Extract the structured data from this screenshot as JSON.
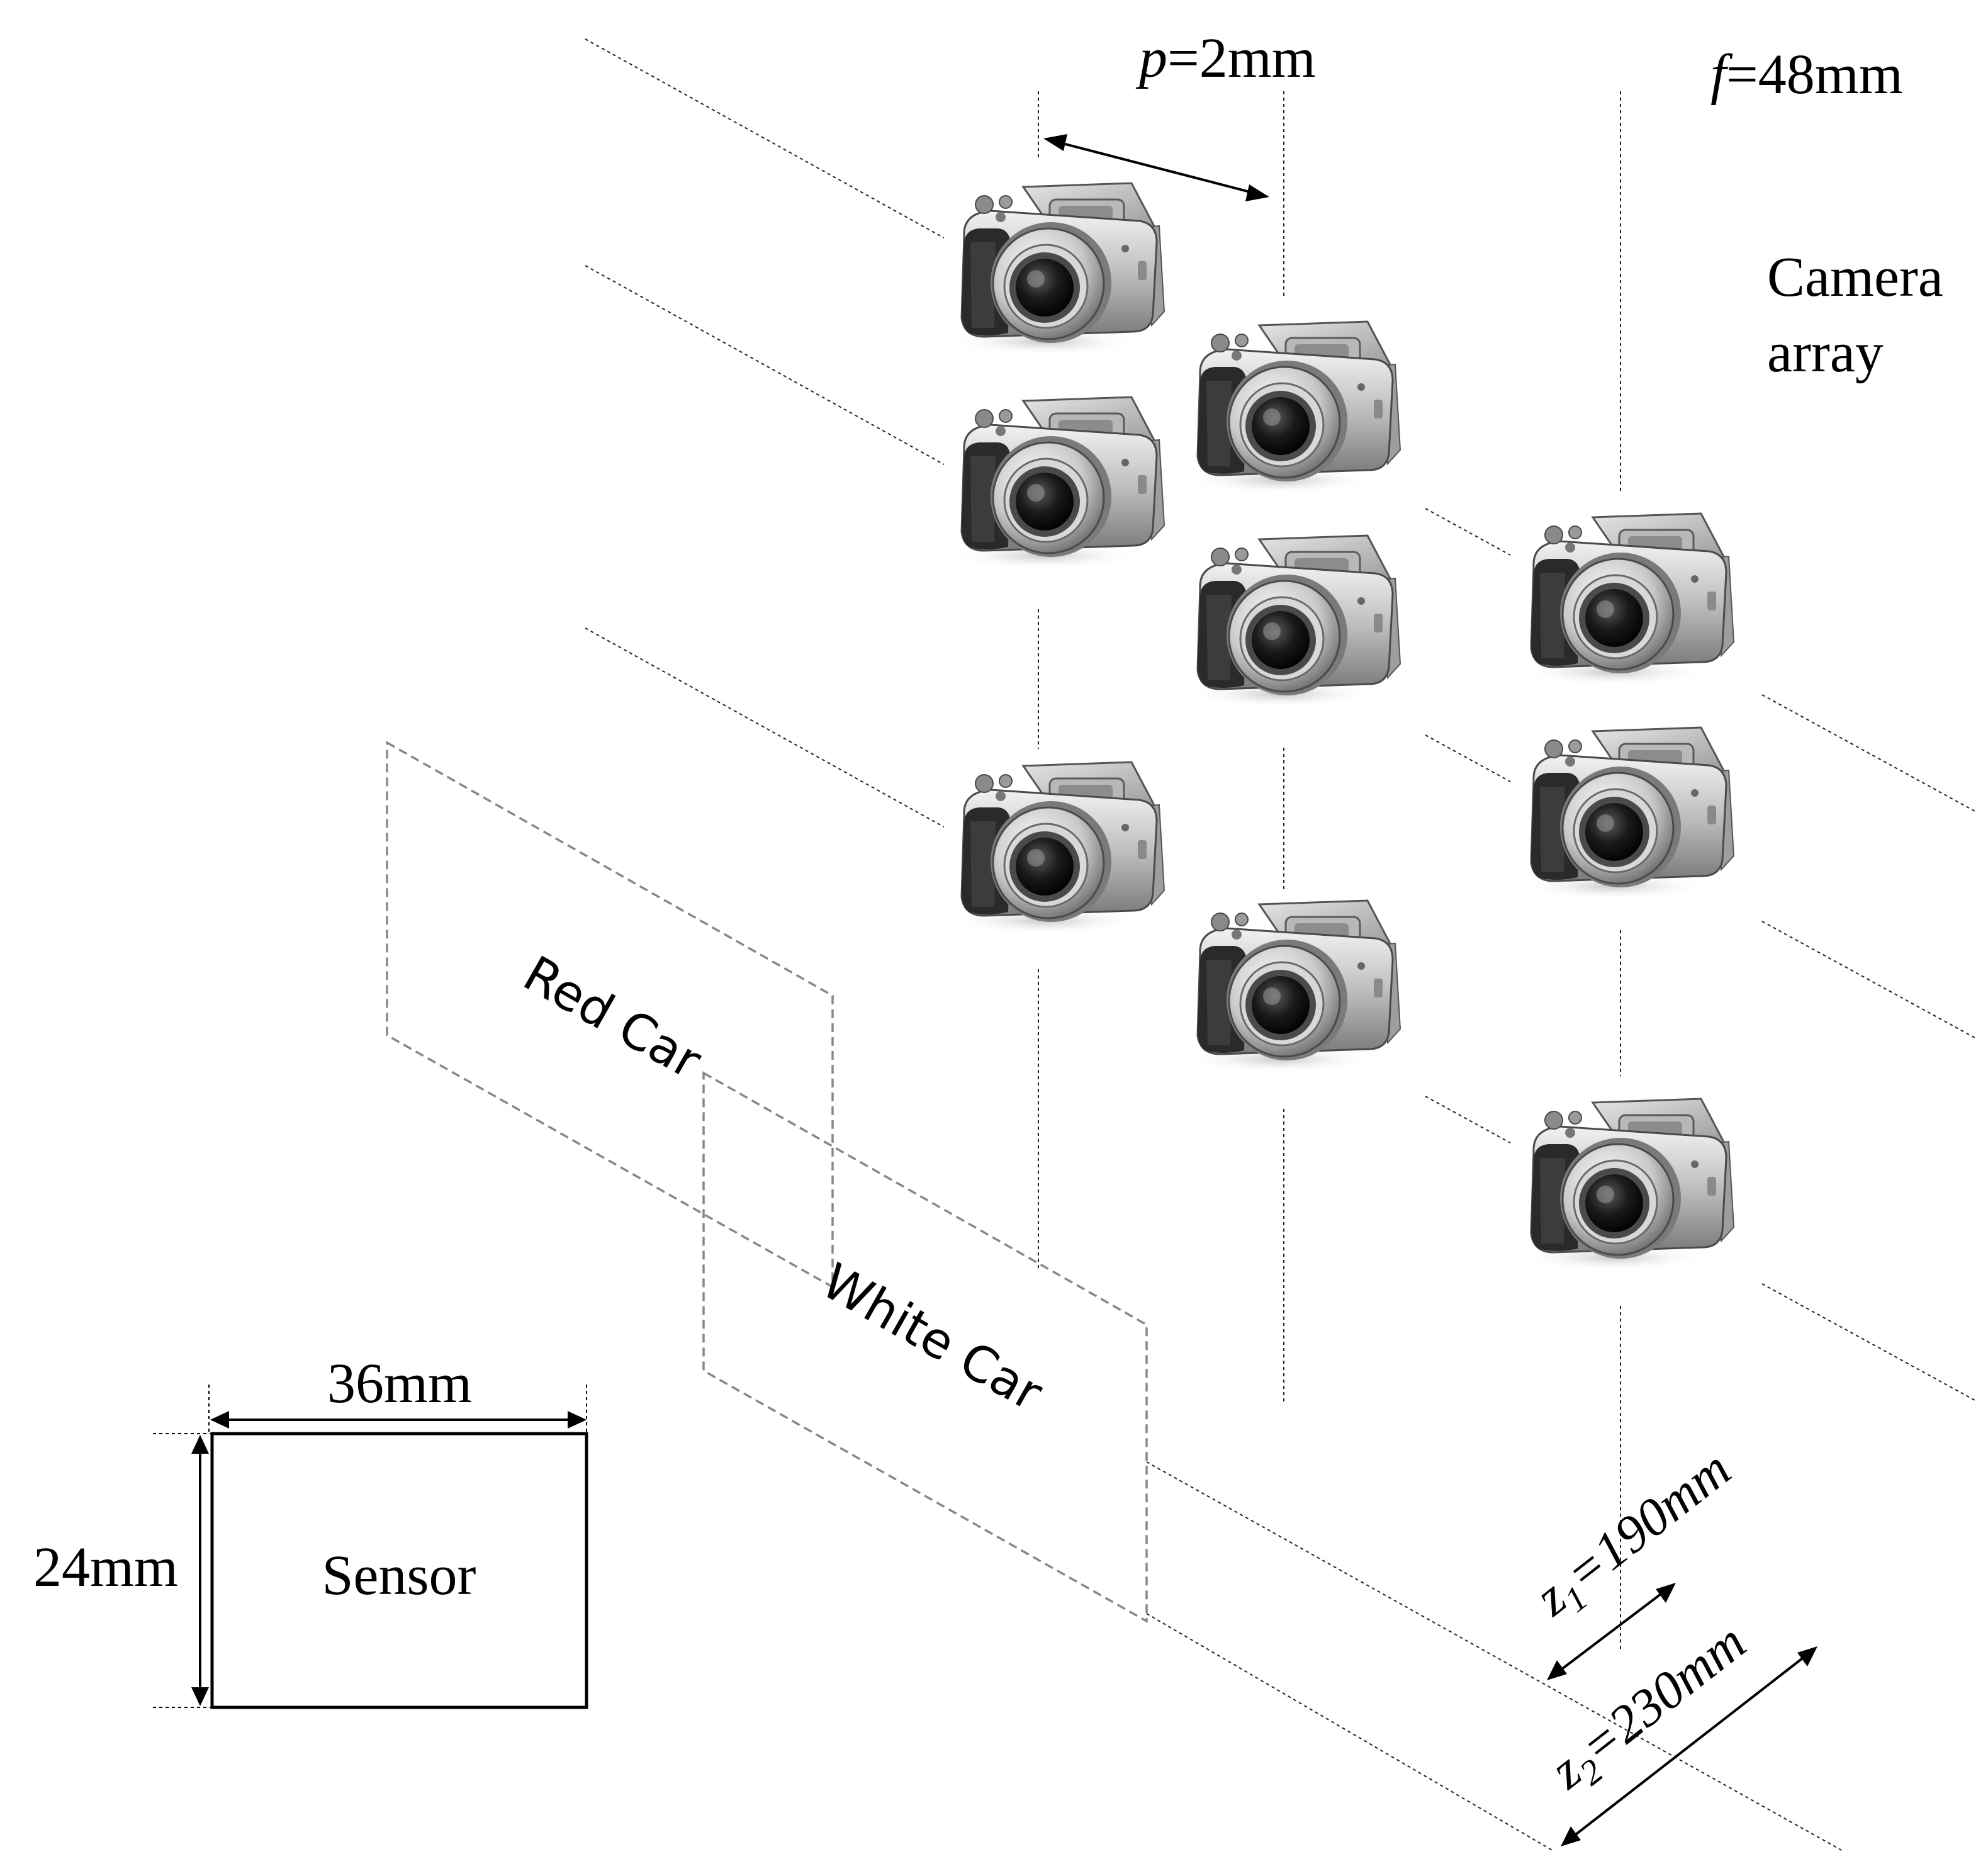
{
  "labels": {
    "pitch_var": "p",
    "pitch_val": "=2mm",
    "focal_var": "f",
    "focal_val": "=48mm",
    "camera_array_line1": "Camera",
    "camera_array_line2": "array",
    "red_car": "Red Car",
    "white_car": "White Car",
    "z1_var": "z",
    "z1_sub": "1",
    "z1_val": "=190mm",
    "z2_var": "z",
    "z2_sub": "2",
    "z2_val": "=230mm",
    "sensor_width": "36mm",
    "sensor_height": "24mm",
    "sensor": "Sensor"
  },
  "camera_icon": "digital-camera-icon",
  "camera_count": 9
}
